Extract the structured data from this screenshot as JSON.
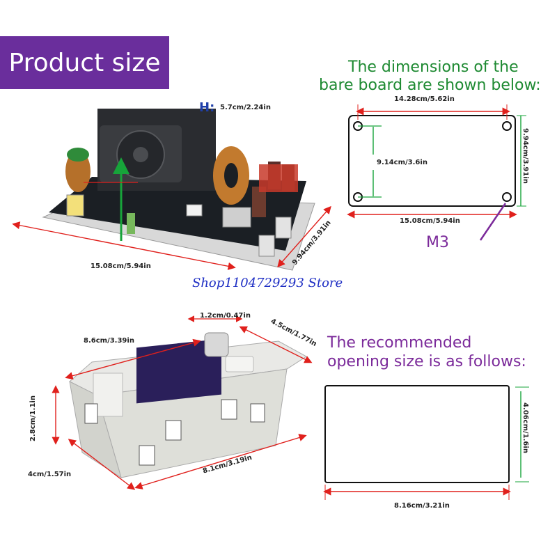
{
  "banner": {
    "title": "Product size"
  },
  "watermark": "Shop1104729293 Store",
  "bare_board": {
    "title_line1": "The dimensions of the",
    "title_line2": "bare board are shown below:",
    "top_hole_spacing": "14.28cm/5.62in",
    "side_hole_spacing": "9.14cm/3.6in",
    "height": "9.94cm/3.91in",
    "width": "15.08cm/5.94in",
    "screw_label": "M3"
  },
  "board_photo": {
    "height_label": "H:",
    "height_value": "5.7cm/2.24in",
    "length": "15.08cm/5.94in",
    "depth": "9.94cm/3.91in"
  },
  "module_photo": {
    "knob": "1.2cm/0.47in",
    "depth_top": "4.5cm/1.77in",
    "width_top": "8.6cm/3.39in",
    "height": "2.8cm/1.1in",
    "front_depth": "4cm/1.57in",
    "bottom_width": "8.1cm/3.19in"
  },
  "opening": {
    "title_line1": "The recommended",
    "title_line2": "opening size is as follows:",
    "height": "4.06cm/1.6in",
    "width": "8.16cm/3.21in"
  },
  "colors": {
    "banner": "#6a2e9c",
    "green_text": "#1e8a32",
    "purple_text": "#7b2a9a",
    "arrow_red": "#e0201c",
    "arrow_green": "#17a43a",
    "watermark": "#1f2fc4"
  }
}
